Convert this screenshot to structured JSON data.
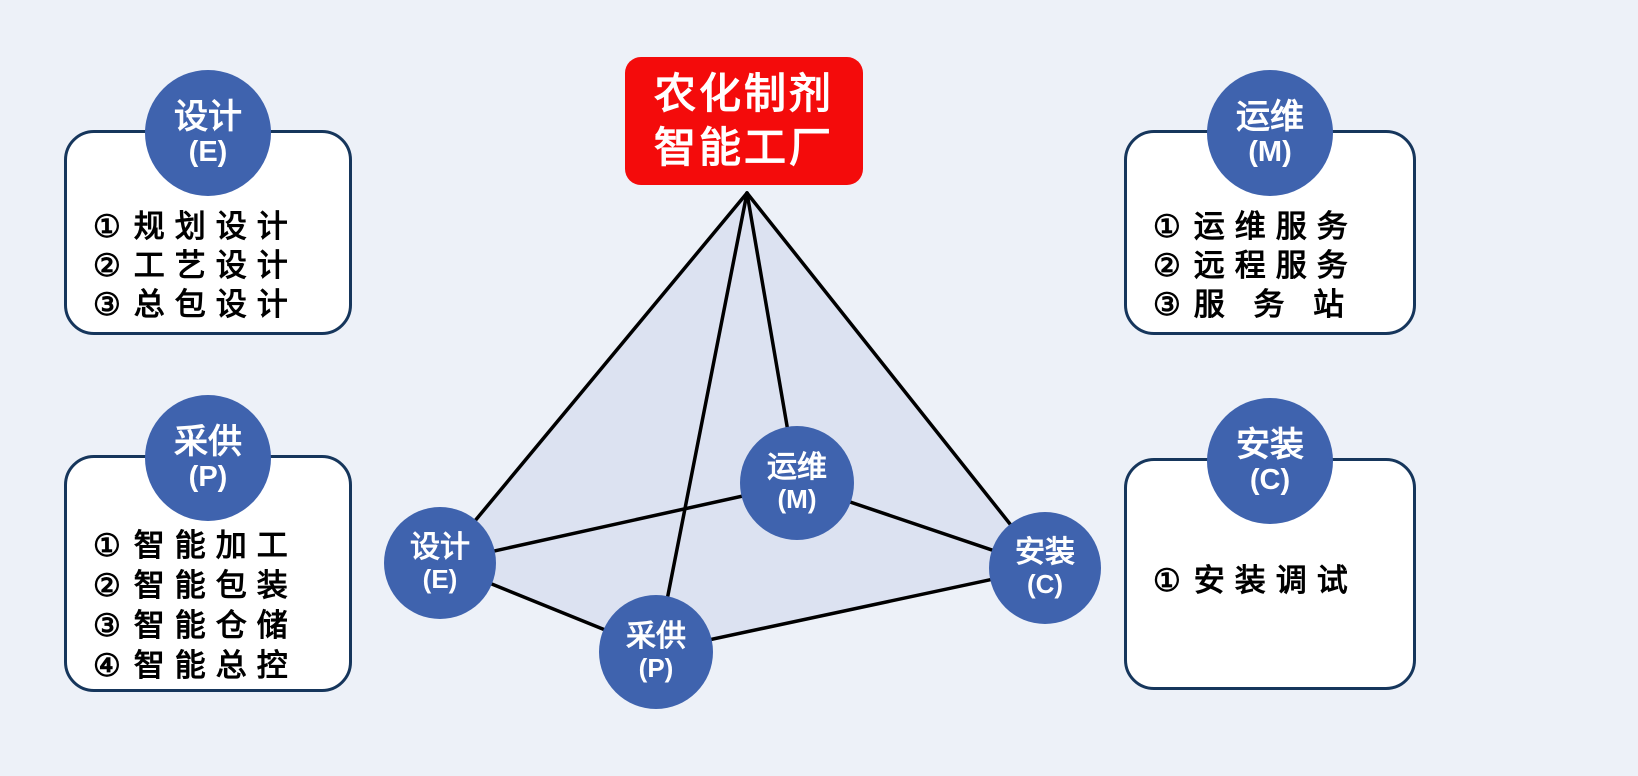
{
  "colors": {
    "background": "#edf1f8",
    "red": "#f40b0b",
    "blue": "#3f63ae",
    "navy": "#16365c",
    "face": "#dce2f1"
  },
  "title": {
    "line1": "农化制剂",
    "line2": "智能工厂"
  },
  "panels": {
    "design": {
      "badge_name": "设计",
      "badge_code": "(E)",
      "items": [
        {
          "marker": "①",
          "label": "规划设计"
        },
        {
          "marker": "②",
          "label": "工艺设计"
        },
        {
          "marker": "③",
          "label": "总包设计"
        }
      ]
    },
    "procure": {
      "badge_name": "采供",
      "badge_code": "(P)",
      "items": [
        {
          "marker": "①",
          "label": "智能加工"
        },
        {
          "marker": "②",
          "label": "智能包装"
        },
        {
          "marker": "③",
          "label": "智能仓储"
        },
        {
          "marker": "④",
          "label": "智能总控"
        }
      ]
    },
    "ops": {
      "badge_name": "运维",
      "badge_code": "(M)",
      "items": [
        {
          "marker": "①",
          "label": "运维服务"
        },
        {
          "marker": "②",
          "label": "远程服务"
        },
        {
          "marker": "③",
          "label": "服 务 站"
        }
      ]
    },
    "install": {
      "badge_name": "安装",
      "badge_code": "(C)",
      "items": [
        {
          "marker": "①",
          "label": "安装调试"
        }
      ]
    }
  },
  "pyramid": {
    "nodes": {
      "design": {
        "name": "设计",
        "code": "(E)"
      },
      "procure": {
        "name": "采供",
        "code": "(P)"
      },
      "ops": {
        "name": "运维",
        "code": "(M)"
      },
      "install": {
        "name": "安装",
        "code": "(C)"
      }
    }
  }
}
